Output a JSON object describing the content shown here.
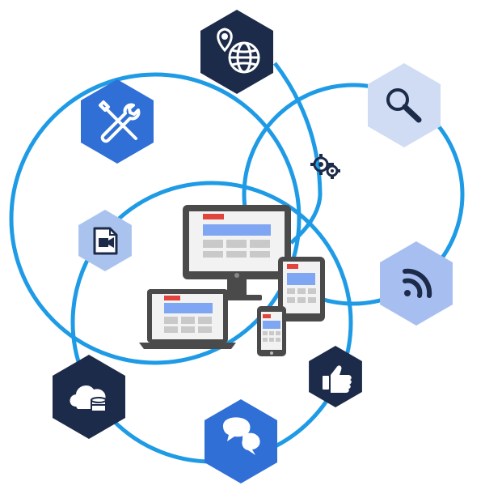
{
  "colors": {
    "ring": "#1f9be6",
    "navy": "#1d2b4a",
    "blue": "#2f6fd6",
    "light_blue": "#a9c3ee",
    "pale_blue": "#cfdcf3",
    "mid_blue": "#a7bff0",
    "device_dark": "#4a4a4a",
    "device_screen": "#f2f2f2",
    "accent_red": "#e0443c",
    "accent_blue": "#7fa6f2",
    "placeholder": "#c9c9c9"
  },
  "nodes": [
    {
      "id": "location-globe",
      "icon": "map-pin-globe-icon",
      "style": "navy"
    },
    {
      "id": "search",
      "icon": "magnifier-icon",
      "style": "pale"
    },
    {
      "id": "tools",
      "icon": "wrench-screwdriver-icon",
      "style": "blue"
    },
    {
      "id": "video",
      "icon": "video-file-icon",
      "style": "light"
    },
    {
      "id": "rss",
      "icon": "rss-feed-icon",
      "style": "mid"
    },
    {
      "id": "cloud-storage",
      "icon": "cloud-database-icon",
      "style": "navy"
    },
    {
      "id": "like",
      "icon": "thumbs-up-icon",
      "style": "navy"
    },
    {
      "id": "chat",
      "icon": "chat-bubbles-icon",
      "style": "blue"
    }
  ],
  "center": {
    "icon": "responsive-devices-icon",
    "devices": [
      "desktop-monitor",
      "laptop",
      "tablet",
      "phone"
    ]
  },
  "gears": {
    "icon": "gears-icon"
  }
}
